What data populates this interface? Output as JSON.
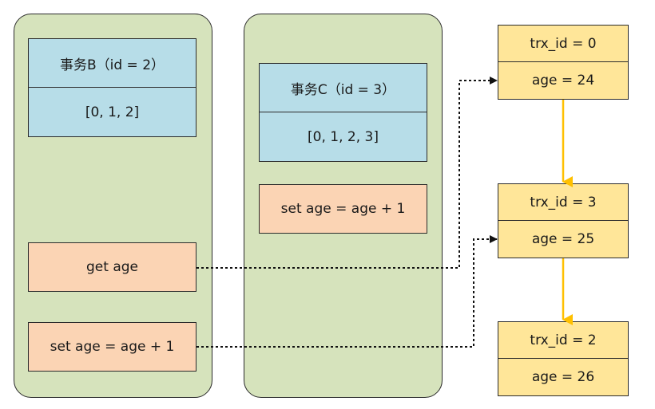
{
  "colors": {
    "panel": "#d6e3bc",
    "transaction_header": "#b7dde8",
    "operation": "#fbd4b4",
    "version_record": "#ffe699",
    "version_chain_arrow": "#ffc000"
  },
  "transaction_b": {
    "title": "事务B（id = 2）",
    "read_view": "[0, 1, 2]",
    "op_get": "get age",
    "op_set": "set age = age + 1"
  },
  "transaction_c": {
    "title": "事务C（id = 3）",
    "read_view": "[0, 1, 2, 3]",
    "op_set": "set age = age + 1"
  },
  "version_chain": [
    {
      "trx_id": "trx_id = 0",
      "value": "age = 24"
    },
    {
      "trx_id": "trx_id = 3",
      "value": "age = 25"
    },
    {
      "trx_id": "trx_id = 2",
      "value": "age = 26"
    }
  ]
}
